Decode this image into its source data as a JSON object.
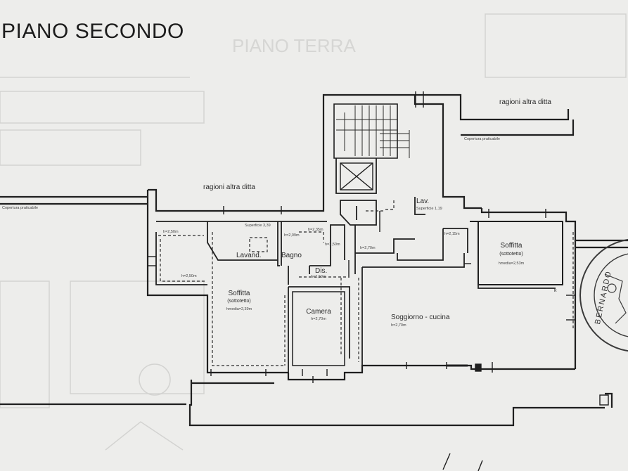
{
  "title": "PIANO SECONDO",
  "background_text": "PIANO TERRA",
  "labels": {
    "ragioni_top": "ragioni altra ditta",
    "ragioni_left": "ragioni altra ditta",
    "copertura_right": "Copertura praticabile",
    "copertura_left": "Copertura praticabile",
    "lav": "Lav.",
    "lav_sub": "Superficie 1,19",
    "sup_lavand": "Superficie 3,39",
    "lavand": "Lavand.",
    "bagno": "Bagno",
    "dis": "Dis.",
    "dis_h": "h=2,50m",
    "soffitta_left": "Soffitta",
    "soffitta_left_sub": "(sottotetto)",
    "soffitta_left_h": "hmedia=2,39m",
    "soffitta_right": "Soffitta",
    "soffitta_right_sub": "(sottotetto)",
    "soffitta_right_h": "hmedia=2,53m",
    "camera": "Camera",
    "camera_h": "h=2,70m",
    "soggiorno": "Soggiorno - cucina",
    "soggiorno_h": "h=2,70m",
    "h_corridor": "h=2,70m",
    "h_a": "h=2,50m",
    "h_b": "h=2,50m",
    "h_c": "h=2,09m",
    "h_d": "h=2,35m",
    "h_e": "h=2,15m",
    "h_f": "h=2,50m",
    "mark_k": "k"
  },
  "seal_text": "BERNARDO",
  "colors": {
    "line": "#1f1f1f",
    "paper": "#ededeb",
    "faded": "#cfcfcd"
  }
}
